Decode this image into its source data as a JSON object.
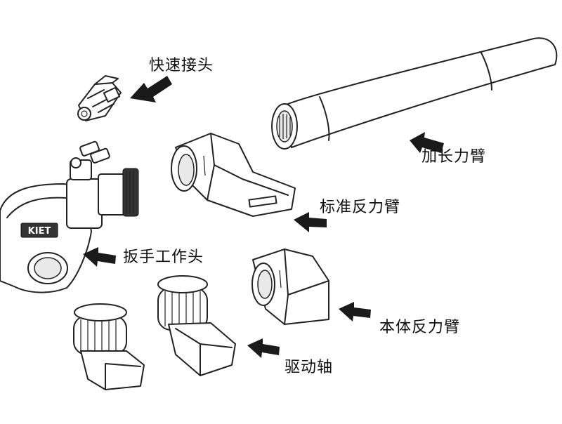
{
  "labels": {
    "quick_connector": "快速接头",
    "extension_arm": "加长力臂",
    "standard_reaction_arm": "标准反力臂",
    "wrench_head": "扳手工作头",
    "body_reaction_arm": "本体反力臂",
    "drive_shaft": "驱动轴"
  },
  "brand": {
    "logo_text": "KIET"
  },
  "colors": {
    "ink": "#222222",
    "arrow": "#1a1a1a",
    "background": "#ffffff"
  }
}
